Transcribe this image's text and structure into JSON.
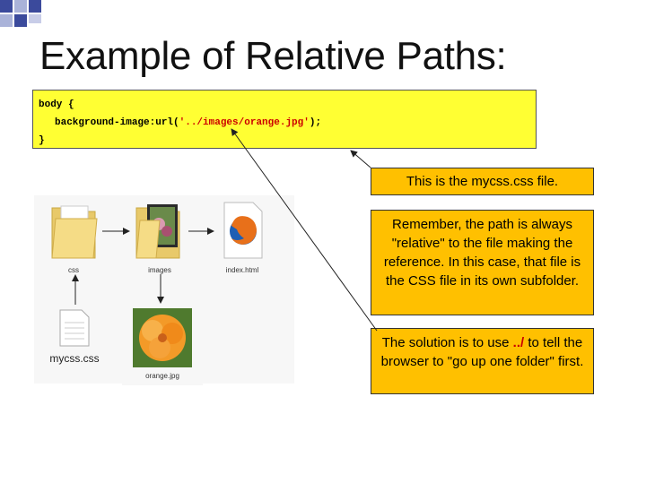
{
  "slide": {
    "title": "Example of Relative Paths:"
  },
  "code": {
    "line1": "body {",
    "line2_prop": "background-image:url(",
    "line2_value": "'../images/orange.jpg'",
    "line2_end": ");",
    "line3": "}"
  },
  "callouts": {
    "file_note": "This is the mycss.css file.",
    "remember_note": "Remember, the path is always \"relative\" to the file making the reference.  In this case, that file is the CSS file in its own subfolder.",
    "solution_before": "The solution is to use ",
    "solution_code": "../",
    "solution_after": "  to tell the browser to \"go up one folder\" first."
  },
  "diagram": {
    "css_folder": "css",
    "images_folder": "images",
    "index_file": "index.html",
    "mycss_file": "mycss.css",
    "orange_file": "orange.jpg"
  },
  "colors": {
    "code_bg": "#ffff33",
    "callout_bg": "#ffc000",
    "accent_red": "#cc0000",
    "deco_blue": "#3b4a9c"
  }
}
